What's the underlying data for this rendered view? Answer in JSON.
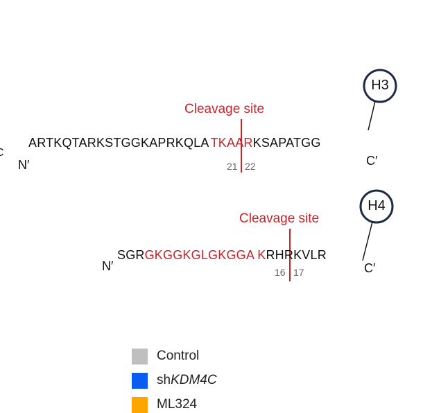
{
  "h3": {
    "label": "H3",
    "cleavage_label": "Cleavage site",
    "seq_black1": "ARTKQTARKSTGGKAPRKQLA",
    "seq_red": "TKAAR",
    "seq_black2": "KSAPATGG",
    "n_term": "N′",
    "c_term": "C′",
    "pos_left": "21",
    "pos_right": "22",
    "edge_char": "C"
  },
  "h4": {
    "label": "H4",
    "cleavage_label": "Cleavage site",
    "seq_black1": "SGR",
    "seq_red": "GKGGKGLGKGGA K",
    "seq_black2": "RHRKVLR",
    "n_term": "N′",
    "c_term": "C′",
    "pos_left": "16",
    "pos_right": "17"
  },
  "legend": [
    {
      "prefix": "Control",
      "italic": "",
      "color": "#bfbfbf"
    },
    {
      "prefix": "sh",
      "italic": "KDM4C",
      "color": "#0a5cf0"
    },
    {
      "prefix": "ML324",
      "italic": "",
      "color": "#ffa500"
    }
  ],
  "colors": {
    "cleavage_red": "#cc2128",
    "circle_navy": "#1d2c44"
  }
}
